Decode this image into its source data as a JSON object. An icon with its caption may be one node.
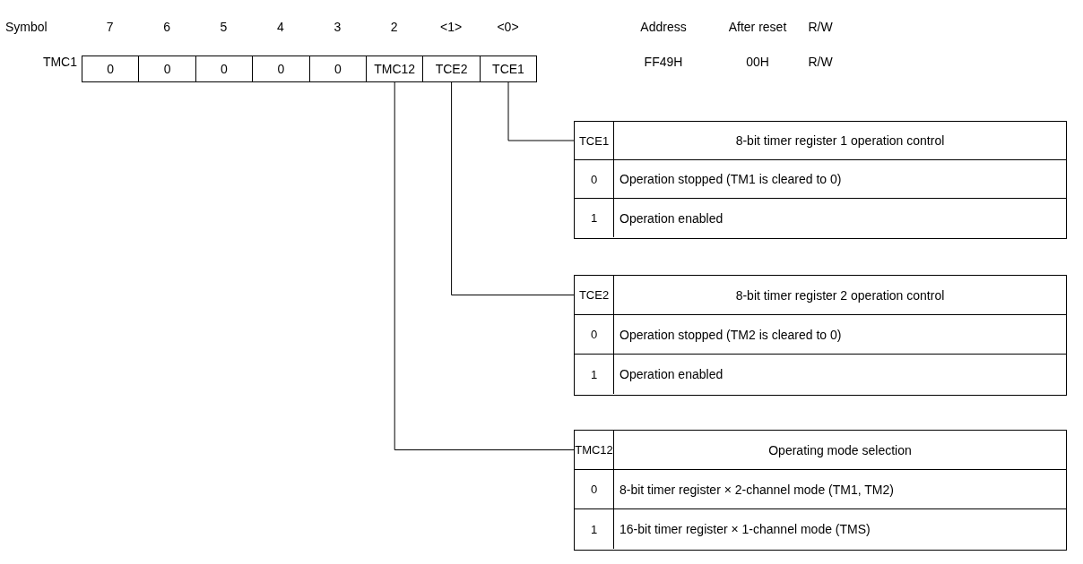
{
  "diagram": {
    "nodes": [
      {
        "text": [
          "0"
        ]
      },
      {
        "text": [
          "0"
        ]
      },
      {
        "text": [
          "0"
        ]
      },
      {
        "text": [
          "0"
        ]
      },
      {
        "text": [
          "0"
        ]
      },
      {
        "text": [
          "TMC12"
        ]
      },
      {
        "text": [
          "TCE2"
        ]
      },
      {
        "text": [
          "TCE1"
        ]
      },
      {
        "text": [
          "TCE1",
          "8-bit timer register 1 operation control",
          "0",
          "Operation stopped (TM1 is cleared to 0)",
          "1",
          "Operation enabled"
        ]
      },
      {
        "text": [
          "TCE2",
          "8-bit timer register 2 operation control",
          "0",
          "Operation stopped (TM2 is cleared to 0)",
          "1",
          "Operation enabled"
        ]
      },
      {
        "text": [
          "TMC12",
          "Operating mode selection",
          "0",
          "8-bit timer register × 2-channel mode (TM1, TM2)",
          "1",
          "16-bit timer register × 1-channel mode (TMS)"
        ]
      }
    ],
    "edges": [
      {
        "from": 7,
        "to": 8,
        "arrow": "none"
      },
      {
        "from": 6,
        "to": 9,
        "arrow": "none"
      },
      {
        "from": 5,
        "to": 10,
        "arrow": "none"
      }
    ],
    "labels": [
      "Symbol",
      "7",
      "6",
      "5",
      "4",
      "3",
      "2",
      "<1>",
      "<0>",
      "Address",
      "After reset",
      "R/W",
      "TMC1",
      "FF49H",
      "00H",
      "R/W"
    ]
  }
}
